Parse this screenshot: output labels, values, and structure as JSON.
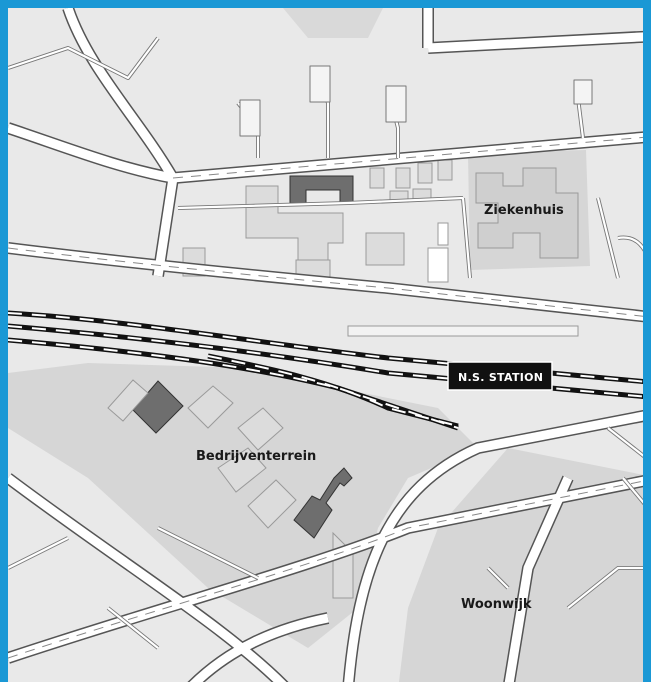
{
  "colors": {
    "frame": "#1a98d5",
    "background": "#e9e9e9",
    "zone": "#d6d6d6",
    "building": "#dcdcdc",
    "building_dark": "#6e6e6e",
    "road_outline": "#555555",
    "road_fill": "#ffffff",
    "railway": "#111111"
  },
  "labels": {
    "hospital": "Ziekenhuis",
    "industrial": "Bedrijventerrein",
    "residential": "Woonwijk",
    "station": "N.S. STATION"
  }
}
